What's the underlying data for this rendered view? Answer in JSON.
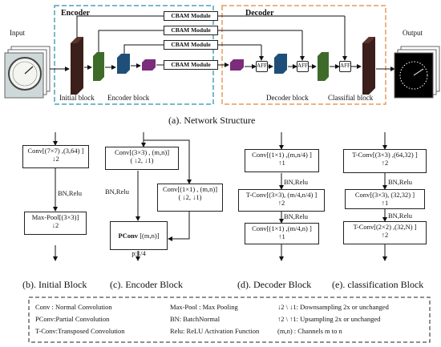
{
  "network": {
    "input_label": "Input",
    "output_label": "Output",
    "encoder_title": "Encoder",
    "decoder_title": "Decoder",
    "cbam": [
      "CBAM Module",
      "CBAM Module",
      "CBAM Module",
      "CBAM Module"
    ],
    "aff": [
      "AFF",
      "AFF",
      "AFF"
    ],
    "initial_block": "Initial block",
    "encoder_block": "Encoder block",
    "decoder_block": "Decoder block",
    "classifial_block": "Classifial block",
    "caption": "(a). Network Structure",
    "colors": {
      "encoder_border": "#4aa3b5",
      "decoder_border": "#e89a5a",
      "initial_block": "#3b1f1a",
      "green_block": "#3f6b2a",
      "blue_block": "#1f4f78",
      "purple_block": "#7b2c7a"
    }
  },
  "initial": {
    "conv": "Conv[(7×7) ,(3,64) ]\n↓2",
    "bn": "BN,Relu",
    "pool": "Max-Pool[(3×3)]\n↓2",
    "caption": "(b). Initial Block"
  },
  "encoder": {
    "conv": "Conv[(3×3) , (m,n)]\n( ↓2, ↓1)",
    "bn": "BN,Relu",
    "conv1": "Conv[(1×1) , (m,n)]\n( ↓2, ↓1)",
    "pconv_bold": "PConv",
    "pconv_rest": " [(m,n)]",
    "pconv_p": "p:1/4",
    "caption": "(c). Encoder Block"
  },
  "decoder": {
    "conv1": "Conv[(1×1) ,(m,n/4) ]\n↑1",
    "bn1": "BN,Relu",
    "tconv": "T-Conv[(3×3), (m/4,n/4) ]\n↑2",
    "bn2": "BN,Relu",
    "conv2": "Conv[(1×1) ,(m/4,n) ]\n↑1",
    "caption": "(d). Decoder Block"
  },
  "classification": {
    "tconv1": "T-Conv[(3×3) ,(64,32) ]\n↑2",
    "bn1": "BN,Relu",
    "conv": "Conv[(3×3), (32,32) ]\n↑1",
    "bn2": "BN,Relu",
    "tconv2": "T-Conv[(2×2) ,(32,N) ]\n↑2",
    "caption": "(e). classification Block"
  },
  "legend": {
    "conv": "Conv : Normal Convolution",
    "pconv": "PConv:Partial Convolution",
    "tconv": "T-Conv:Transposed Convolution",
    "maxpool": "Max-Pool : Max Pooling",
    "bn": "BN: BatchNormal",
    "relu": "Relu: ReLU Activation Function",
    "down": "↓2 \\ ↓1: Downsampling 2x or unchanged",
    "up": "↑2 \\ ↑1: Upsampling 2x or unchanged",
    "mn": "(m,n) : Channels m to n"
  }
}
